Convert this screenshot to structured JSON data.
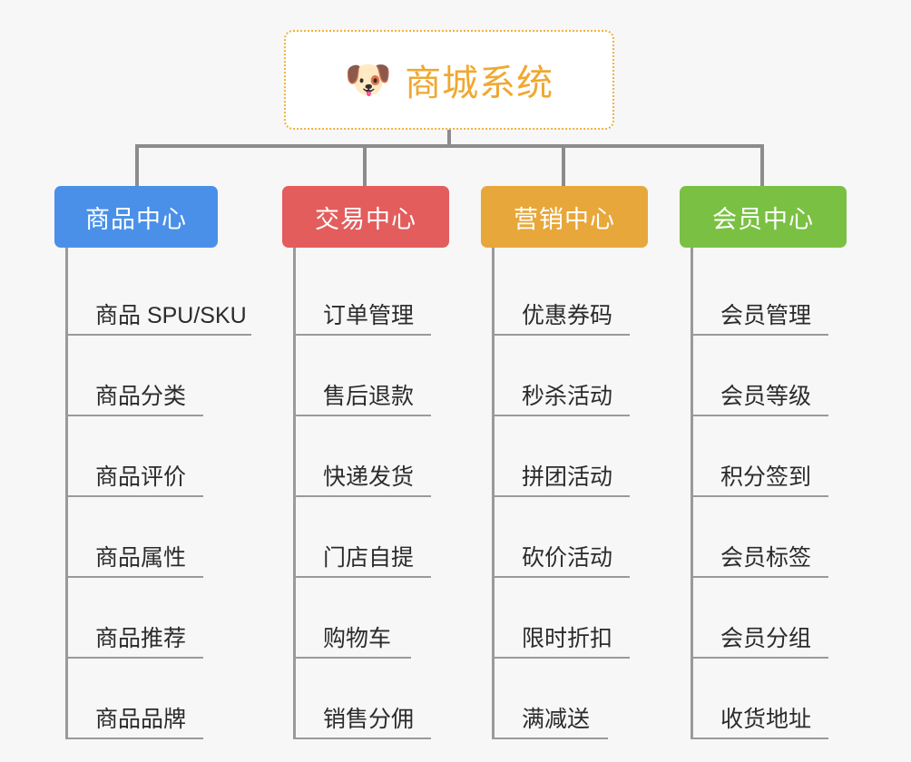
{
  "root": {
    "icon": "dog-face-icon",
    "icon_glyph": "🐶",
    "title": "商城系统",
    "title_color": "#f0a830",
    "border_color": "#f0b040"
  },
  "connector_color": "#8c8c8c",
  "background_color": "#f7f7f7",
  "columns": [
    {
      "id": "product-center",
      "label": "商品中心",
      "color": "#4a90e8",
      "items": [
        {
          "label": "商品 SPU/SKU",
          "underline_width": 205
        },
        {
          "label": "商品分类",
          "underline_width": 152
        },
        {
          "label": "商品评价",
          "underline_width": 152
        },
        {
          "label": "商品属性",
          "underline_width": 152
        },
        {
          "label": "商品推荐",
          "underline_width": 152
        },
        {
          "label": "商品品牌",
          "underline_width": 152
        }
      ]
    },
    {
      "id": "trade-center",
      "label": "交易中心",
      "color": "#e35d5d",
      "items": [
        {
          "label": "订单管理",
          "underline_width": 152
        },
        {
          "label": "售后退款",
          "underline_width": 152
        },
        {
          "label": "快递发货",
          "underline_width": 152
        },
        {
          "label": "门店自提",
          "underline_width": 152
        },
        {
          "label": "购物车",
          "underline_width": 130
        },
        {
          "label": "销售分佣",
          "underline_width": 152
        }
      ]
    },
    {
      "id": "marketing-center",
      "label": "营销中心",
      "color": "#e8a73a",
      "items": [
        {
          "label": "优惠券码",
          "underline_width": 152
        },
        {
          "label": "秒杀活动",
          "underline_width": 152
        },
        {
          "label": "拼团活动",
          "underline_width": 152
        },
        {
          "label": "砍价活动",
          "underline_width": 152
        },
        {
          "label": "限时折扣",
          "underline_width": 152
        },
        {
          "label": "满减送",
          "underline_width": 128
        }
      ]
    },
    {
      "id": "member-center",
      "label": "会员中心",
      "color": "#7ac143",
      "items": [
        {
          "label": "会员管理",
          "underline_width": 152
        },
        {
          "label": "会员等级",
          "underline_width": 152
        },
        {
          "label": "积分签到",
          "underline_width": 152
        },
        {
          "label": "会员标签",
          "underline_width": 152
        },
        {
          "label": "会员分组",
          "underline_width": 152
        },
        {
          "label": "收货地址",
          "underline_width": 152
        }
      ]
    }
  ]
}
